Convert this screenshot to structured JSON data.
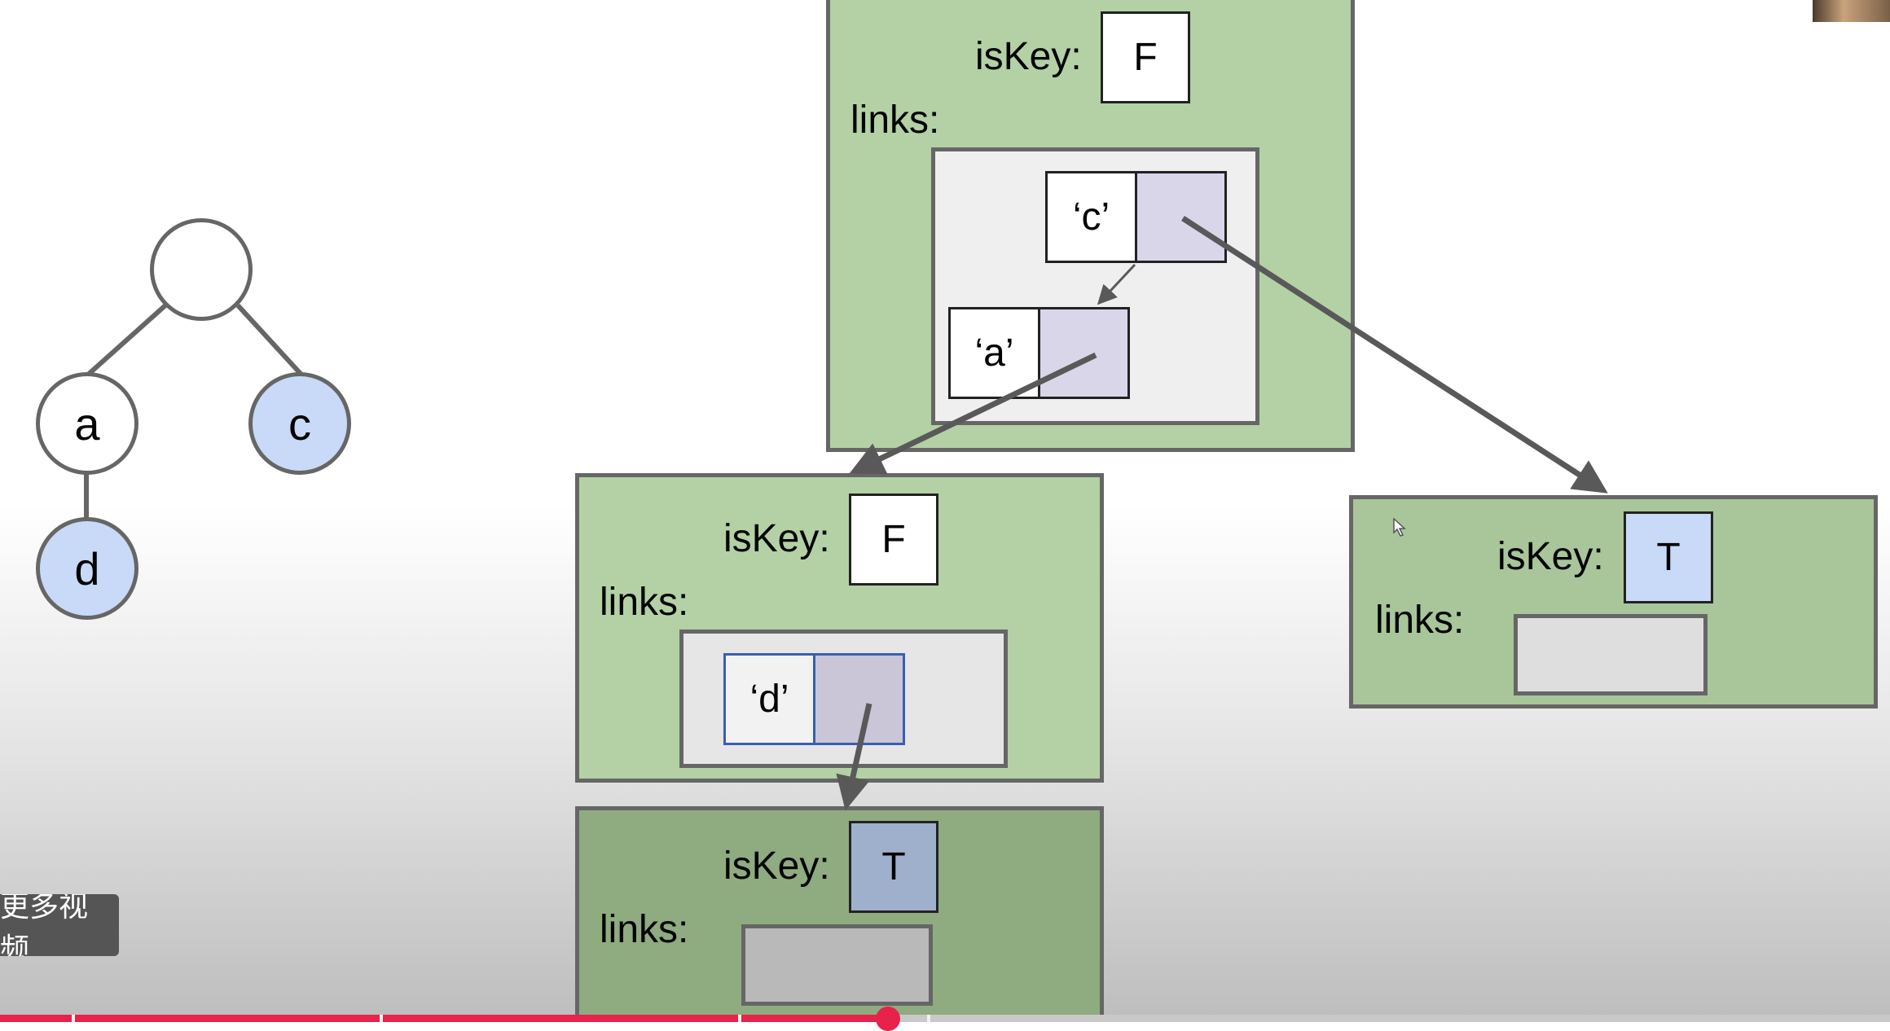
{
  "tree": {
    "root": {
      "label": ""
    },
    "a": {
      "label": "a"
    },
    "c": {
      "label": "c"
    },
    "d": {
      "label": "d"
    }
  },
  "root_node": {
    "iskey_label": "isKey:",
    "iskey_value": "F",
    "links_label": "links:",
    "entry_c": "‘c’",
    "entry_a": "‘a’"
  },
  "a_node": {
    "iskey_label": "isKey:",
    "iskey_value": "F",
    "links_label": "links:",
    "entry_d": "‘d’"
  },
  "c_node": {
    "iskey_label": "isKey:",
    "iskey_value": "T",
    "links_label": "links:"
  },
  "d_node": {
    "iskey_label": "isKey:",
    "iskey_value": "T",
    "links_label": "links:"
  },
  "overlay": {
    "more_videos": "更多视频"
  },
  "player": {
    "progress_fraction": 0.47
  },
  "colors": {
    "node_green": "#b3d1a5",
    "node_green_dark": "#8fab80",
    "links_gray": "#efefef",
    "pointer_purple": "#d9d6ea",
    "key_true_blue": "#c9daf8",
    "circle_blue": "#c9daf8",
    "arrow_gray": "#595959",
    "progress_red": "#e8224a"
  }
}
